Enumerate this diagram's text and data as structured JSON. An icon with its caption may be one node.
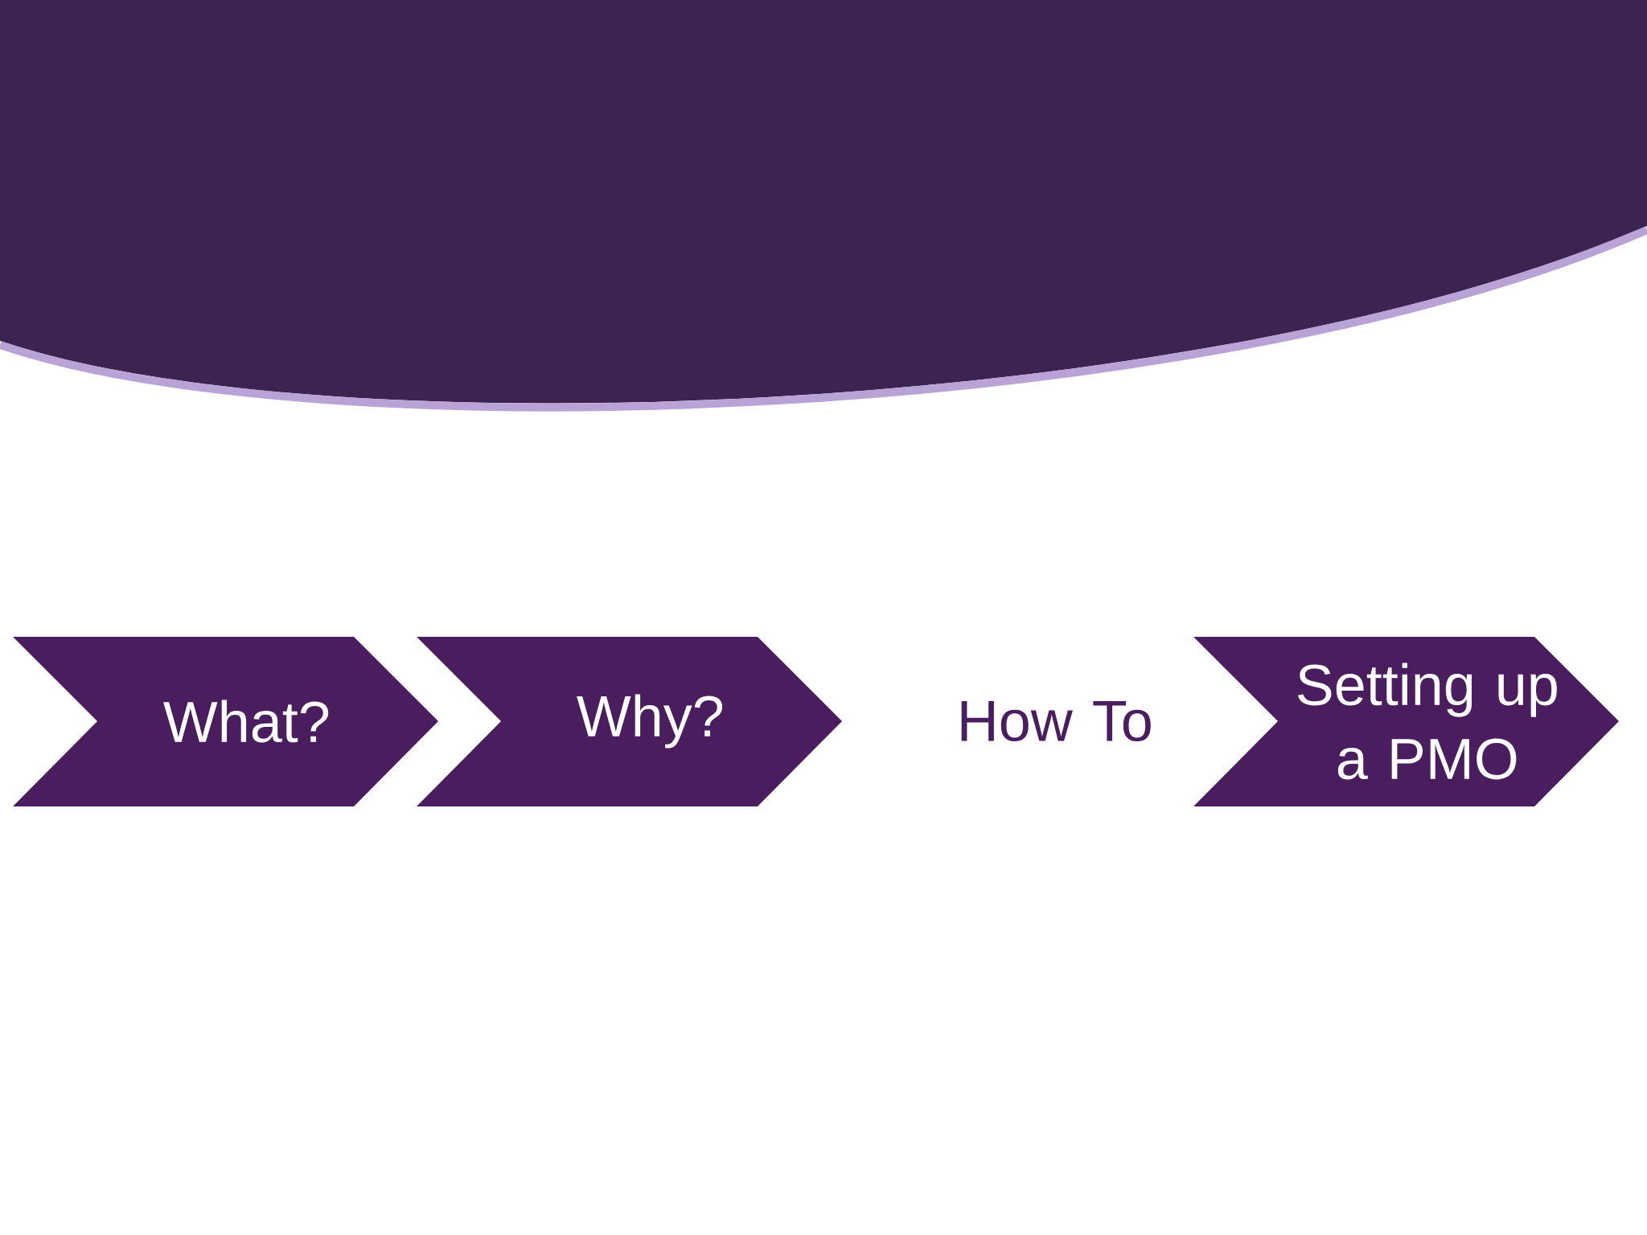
{
  "diagram": {
    "nodes": [
      {
        "text": [
          "What?"
        ]
      },
      {
        "text": [
          "Why?"
        ]
      },
      {
        "text": [
          "How To"
        ]
      },
      {
        "text": [
          "Setting up a PMO"
        ]
      }
    ]
  }
}
